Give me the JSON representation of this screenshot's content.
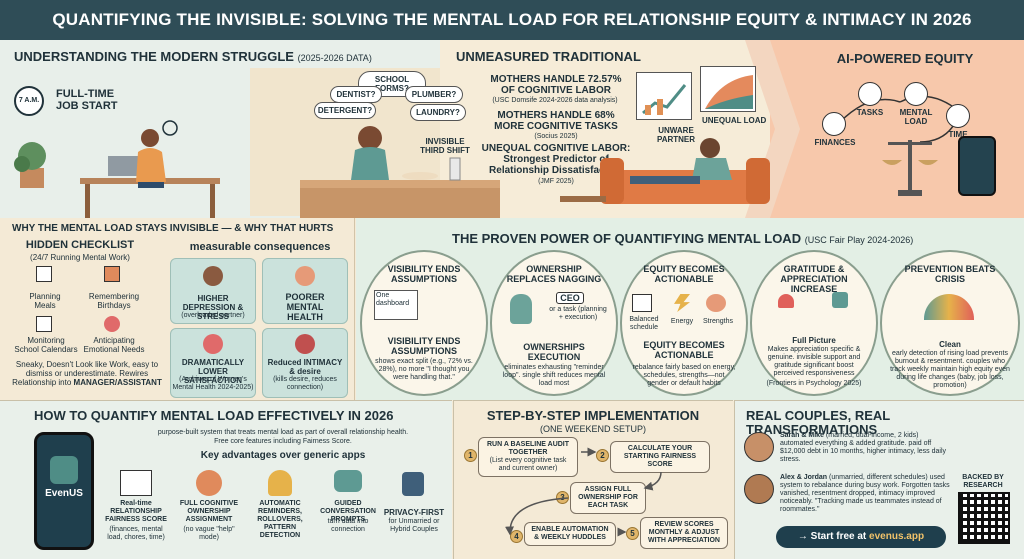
{
  "title": "QUANTIFYING THE INVISIBLE: SOLVING THE MENTAL LOAD FOR RELATIONSHIP EQUITY & INTIMACY IN 2026",
  "top": {
    "struggle_heading": "UNDERSTANDING THE MODERN STRUGGLE",
    "struggle_years": "(2025-2026 DATA)",
    "clock": "7 A.M.",
    "job_start": "FULL-TIME JOB START",
    "bubbles": [
      "SCHOOL FORMS?",
      "DENTIST?",
      "PLUMBER?",
      "DETERGENT?",
      "LAUNDRY?"
    ],
    "third_shift": "INVISIBLE THIRD SHIFT",
    "unmeasured": "UNMEASURED TRADITIONAL",
    "stat1": "MOTHERS HANDLE 72.57% OF COGNITIVE LABOR",
    "stat1_src": "(USC Domsife 2024-2026 data analysis)",
    "stat2": "MOTHERS HANDLE 68% MORE COGNITIVE TASKS",
    "stat2_src": "(Socius 2025)",
    "stat3a": "UNEQUAL COGNITIVE LABOR:",
    "stat3b": "Strongest Predictor of Relationship Dissatisfaction",
    "stat3_src": "(JMF 2025)",
    "unequal_load": "UNEQUAL LOAD",
    "unware_partner": "UNWARE PARTNER",
    "ai_heading": "AI-POWERED EQUITY",
    "ai_nodes": [
      "TASKS",
      "MENTAL LOAD",
      "FINANCES",
      "TIME"
    ]
  },
  "why": {
    "heading": "WHY THE MENTAL LOAD STAYS INVISIBLE — & WHY THAT HURTS",
    "checklist_title": "HIDDEN CHECKLIST",
    "checklist_sub": "(24/7 Running Mental Work)",
    "items": [
      "Planning Meals",
      "Remembering Birthdays",
      "Monitoring School Calendars",
      "Anticipating Emotional Needs"
    ],
    "note": "Sneaky, Doesn't Look like Work, easy to dismiss or underestimate. Rewires Relationship into",
    "note_bold": "MANAGER/ASSISTANT",
    "measurable": "measurable consequences",
    "cons": [
      {
        "title": "HIGHER DEPRESSION & STRESS",
        "sub": "(overloaded partner)"
      },
      {
        "title": "POORER MENTAL HEALTH",
        "sub": ""
      },
      {
        "title": "DRAMATICALLY LOWER SATISFACTION",
        "sub": "(Archives of Women's Mental Health 2024-2025)"
      },
      {
        "title": "Reduced INTIMACY & desire",
        "sub": "(kills desire, reduces connection)"
      }
    ]
  },
  "proven": {
    "heading": "THE PROVEN POWER OF QUANTIFYING MENTAL LOAD",
    "source": "(USC Fair Play 2024-2026)",
    "circles": [
      {
        "title": "VISIBILITY ENDS ASSUMPTIONS",
        "sub_title": "VISIBILITY ENDS ASSUMPTIONS",
        "text": "shows exact split (e.g., 72% vs. 28%), no more \"I thought you were handling that.\""
      },
      {
        "title": "OWNERSHIP REPLACES NAGGING",
        "sub_title": "OWNERSHIPS EXECUTION",
        "text": "eliminates exhausting \"reminder loop\". single shift reduces mental load most"
      },
      {
        "title": "EQUITY BECOMES ACTIONABLE",
        "sub_title": "EQUITY BECOMES ACTIONABLE",
        "text": "rebalance fairly based on energy, schedules, strengths—not gender or default habits"
      },
      {
        "title": "GRATITUDE & APPRECIATION INCREASE",
        "sub_title": "Full Picture",
        "text": "Makes appreciation specific & genuine. invisible support and gratitude significant boost perceived responsiveness"
      },
      {
        "title": "PREVENTION BEATS CRISIS",
        "sub_title": "Clean",
        "text": "early detection of rising load prevents burnout & resentment. couples who track weekly maintain high equity even during life changes (baby, job loss, promotion)"
      }
    ],
    "labels": {
      "dashboard": "One dashboard",
      "ceo": "CEO",
      "ceo_sub": "or a task (planning + execution)",
      "balanced": "Balanced schedule",
      "energy": "Energy",
      "strengths": "Strengths",
      "source": "(Frontiers in Psychology 2025)"
    }
  },
  "how": {
    "heading": "HOW TO QUANTIFY MENTAL LOAD EFFECTIVELY IN 2026",
    "sub1": "purpose-built system that treats mental load as part of overall relationship health.",
    "sub2": "Free core features including Fairness Score.",
    "app": "EvenUS",
    "advantages": "Key advantages over generic apps",
    "features": [
      {
        "title": "Real-time RELATIONSHIP FAIRNESS SCORE",
        "sub": "(finances, mental load, chores, time)"
      },
      {
        "title": "FULL COGNITIVE OWNERSHIP ASSIGNMENT",
        "sub": "(no vague \"help\" mode)"
      },
      {
        "title": "AUTOMATIC REMINDERS, ROLLOVERS, PATTERN DETECTION",
        "sub": ""
      },
      {
        "title": "GUIDED CONVERSATION PROMPTS",
        "sub": "turn data into connection"
      },
      {
        "title": "PRIVACY-FIRST",
        "sub": "for Unmarried or Hybrid Couples"
      }
    ]
  },
  "steps": {
    "heading": "STEP-BY-STEP IMPLEMENTATION",
    "sub": "(ONE WEEKEND SETUP)",
    "list": [
      {
        "n": "1",
        "text": "RUN A BASELINE AUDIT TOGETHER",
        "sub": "(List every cognitive task and current owner)"
      },
      {
        "n": "2",
        "text": "CALCULATE YOUR STARTING FAIRNESS SCORE",
        "sub": ""
      },
      {
        "n": "3",
        "text": "ASSIGN FULL OWNERSHIP for each task",
        "sub": ""
      },
      {
        "n": "4",
        "text": "ENABLE AUTOMATION & WEEKLY HUDDLES",
        "sub": ""
      },
      {
        "n": "5",
        "text": "REVIEW SCORES MONTHLY & ADJUST WITH APPRECIATION",
        "sub": ""
      }
    ]
  },
  "couples": {
    "heading": "REAL COUPLES, REAL TRANSFORMATIONS",
    "c1_name": "Sarah & Mike",
    "c1_text": "(married, dual-income, 2 kids) automated everything & added gratitude. paid off $12,000 debt in 10 months, higher intimacy, less daily stress.",
    "c2_name": "Alex & Jordan",
    "c2_text": "(unmarried, different schedules) used system to rebalance during busy work. Forgotten tasks vanished, resentment dropped, intimacy improved noticeably. \"Tracking made us teammates instead of roommates.\"",
    "backed": "BACKED BY RESEARCH",
    "cta": "→ Start free at",
    "cta_link": "evenus.app"
  },
  "colors": {
    "header": "#2f4d57",
    "teal": "#4f8d86",
    "peach": "#f2b99a",
    "cream": "#f4ead6",
    "mint": "#e3efe5",
    "cta": "#1f3f4d"
  }
}
